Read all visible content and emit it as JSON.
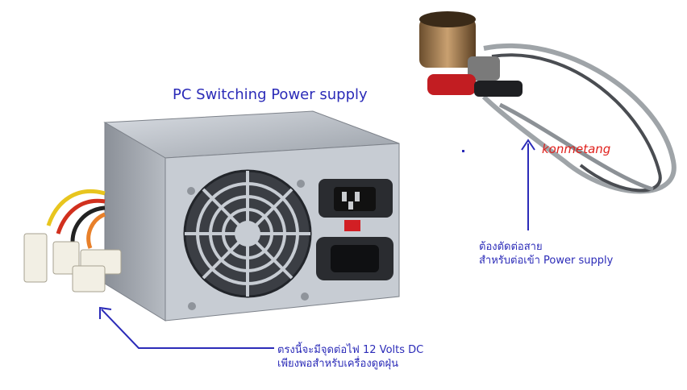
{
  "title": "PC Switching Power supply",
  "note_right": {
    "line1": "ต้องตัดต่อสาย",
    "line2": "สำหรับต่อเข้า Power supply"
  },
  "note_bottom": {
    "line1": "ตรงนี้จะมีจุดต่อไฟ 12 Volts DC",
    "line2": "เพียงพอสำหรับเครื่องดูดฝุ่น"
  },
  "watermark": "konmetang",
  "colors": {
    "annotation": "#2b2bb8",
    "watermark": "#e0201c",
    "psu_metal": "#b9bec6"
  },
  "icons": [
    "psu-image",
    "car-lighter-cable-image",
    "arrow-up-icon",
    "arrow-curved-icon"
  ]
}
